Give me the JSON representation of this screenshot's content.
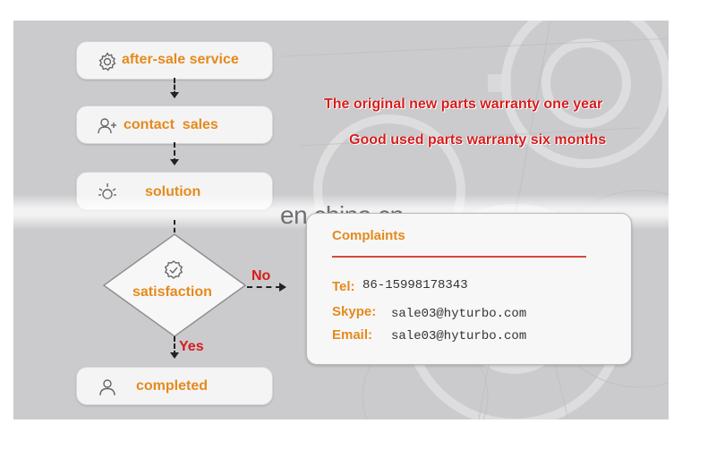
{
  "flow": {
    "steps": [
      {
        "label": "after-sale service",
        "icon": "gear-icon"
      },
      {
        "label": "contact  sales",
        "icon": "add-user-icon"
      },
      {
        "label": "solution",
        "icon": "lightbulb-icon"
      },
      {
        "label": "completed",
        "icon": "user-icon"
      }
    ],
    "decision": {
      "label": "satisfaction",
      "icon": "verified-badge-icon"
    },
    "branch_no": "No",
    "branch_yes": "Yes"
  },
  "warranty": {
    "line1": "The original new parts warranty one year",
    "line2": "Good used parts warranty six months"
  },
  "complaints": {
    "title": "Complaints",
    "tel_label": "Tel:",
    "tel_value": "86-15998178343",
    "skype_label": "Skype:",
    "skype_value": "sale03@hyturbo.com",
    "email_label": "Email:",
    "email_value": "sale03@hyturbo.com"
  },
  "watermark": "en.china.cn",
  "colors": {
    "accent_orange": "#e58a1c",
    "warning_red": "#d51c1c",
    "panel_gray": "#cbcacd"
  }
}
